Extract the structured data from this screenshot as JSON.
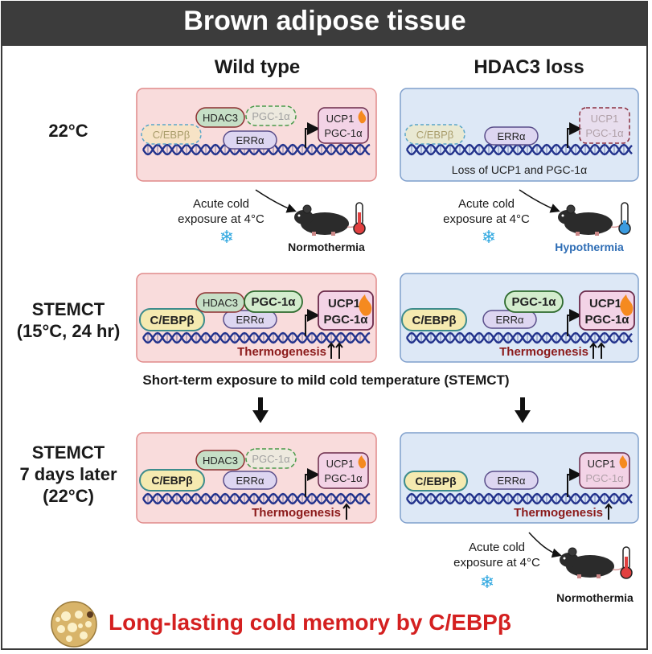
{
  "title": "Brown adipose tissue",
  "columns": {
    "wild_type": "Wild type",
    "hdac3_loss": "HDAC3 loss"
  },
  "rows": {
    "r1": "22°C",
    "r2_line1": "STEMCT",
    "r2_line2": "(15°C, 24 hr)",
    "r3_line1": "STEMCT",
    "r3_line2": "7 days later",
    "r3_line3": "(22°C)"
  },
  "proteins": {
    "hdac3": "HDAC3",
    "pgc1a": "PGC-1α",
    "cebpb": "C/EBPβ",
    "erra": "ERRα",
    "ucp1": "UCP1"
  },
  "loss_note": "Loss of UCP1 and PGC-1α",
  "cold": {
    "line1": "Acute cold",
    "line2": "exposure at 4°C"
  },
  "outcomes": {
    "normo": "Normothermia",
    "hypo": "Hypothermia"
  },
  "thermogenesis": "Thermogenesis",
  "stemct_definition": "Short-term exposure to mild cold temperature (STEMCT)",
  "footer": "Long-lasting cold memory by C/EBPβ",
  "colors": {
    "wt_panel_fill": "#f9dcdc",
    "wt_panel_stroke": "#e08a8a",
    "ko_panel_fill": "#dde8f6",
    "ko_panel_stroke": "#7f9fcc",
    "dna": "#23338c",
    "hdac3": "#c6dfc6",
    "cebpb": "#f5eab0",
    "erra": "#ddd6f1",
    "pgc1a": "#d3eccd",
    "ucp1": "#f3d3e6",
    "footer": "#d42020",
    "hypo": "#2e6db5"
  }
}
